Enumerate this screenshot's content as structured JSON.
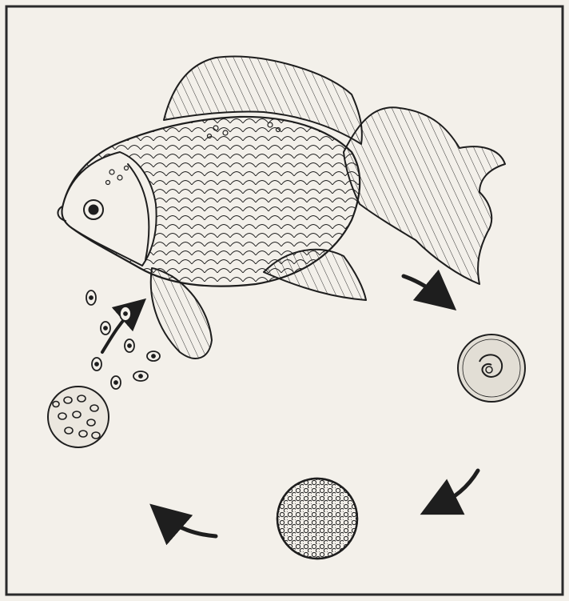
{
  "figure": {
    "kind": "life-cycle illustration (no printed text)",
    "colors": {
      "paper": "#f3f0ea",
      "ink": "#1e1e1e",
      "shade": "#e2ded5"
    },
    "stages": [
      {
        "id": "adult-fish",
        "icon": "goldfish-icon"
      },
      {
        "id": "trophont-cyst-on-fish",
        "icon": "small-cyst-icon"
      },
      {
        "id": "tomont-dividing",
        "icon": "large-cyst-icon"
      },
      {
        "id": "tomite-release",
        "icon": "bursting-cyst-icon"
      }
    ],
    "arrows": [
      "fish-to-small-cyst",
      "small-cyst-to-large-cyst",
      "large-cyst-to-bursting-cyst",
      "swarmers-to-fish"
    ]
  }
}
